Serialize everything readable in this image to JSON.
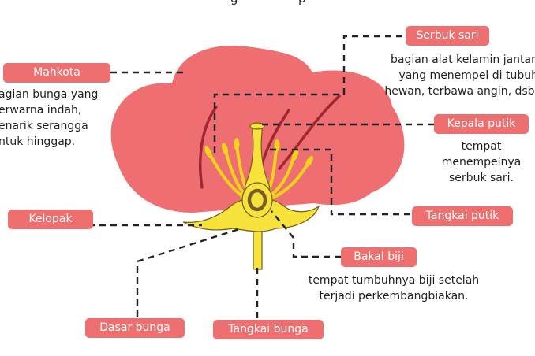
{
  "title_fragments": [
    "g",
    "p"
  ],
  "colors": {
    "petal": "#ef6e71",
    "petal_vein": "#a0272f",
    "sepal": "#f7e23b",
    "outline": "#6e5f1a",
    "ovary_ring": "#7a5c2a",
    "label_bg": "#ee6f6f",
    "label_text": "#ffffff",
    "leader_line": "#222222"
  },
  "labels": [
    {
      "id": "mahkota",
      "text": "Mahkota",
      "icon": "none"
    },
    {
      "id": "serbuk-sari",
      "text": "Serbuk sari"
    },
    {
      "id": "kepala-putik",
      "text": "Kepala putik"
    },
    {
      "id": "kelopak",
      "text": "Kelopak"
    },
    {
      "id": "tangkai-putik",
      "text": "Tangkai putik"
    },
    {
      "id": "bakal-biji",
      "text": "Bakal biji"
    },
    {
      "id": "dasar-bunga",
      "text": "Dasar bunga"
    },
    {
      "id": "tangkai-bunga",
      "text": "Tangkai bunga"
    }
  ],
  "descriptions": {
    "mahkota": [
      "agian bunga yang",
      "erwarna indah,",
      "enarik serangga",
      "ntuk hinggap."
    ],
    "serbuk_sari": [
      "bagian alat kelamin jantan",
      "yang menempel di tubuh",
      "hewan, terbawa angin, dsb."
    ],
    "kepala_putik": [
      "tempat",
      "menempelnya",
      "serbuk sari."
    ],
    "bakal_biji": [
      "tempat tumbuhnya biji setelah",
      "terjadi perkembangbiakan."
    ]
  }
}
